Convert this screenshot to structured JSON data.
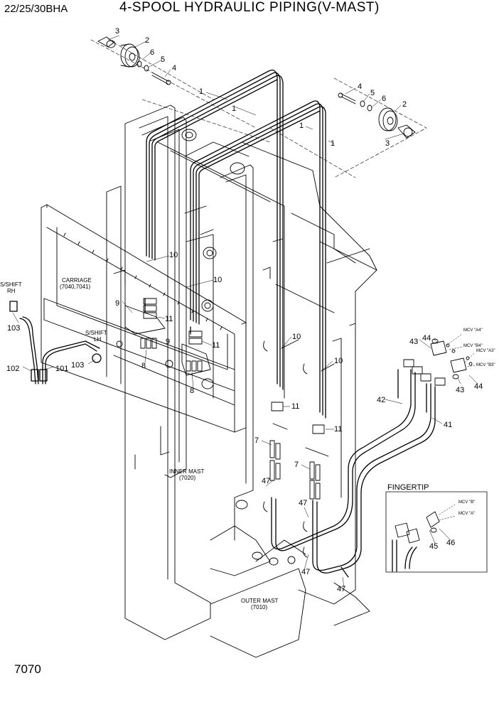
{
  "header": {
    "model": "22/25/30BHA",
    "title": "4-SPOOL HYDRAULIC PIPING(V-MAST)"
  },
  "page_number": "7070",
  "captions": {
    "carriage_1": "CARRIAGE",
    "carriage_2": "(7040,7041)",
    "inner_mast_1": "INNER MAST",
    "inner_mast_2": "(7020)",
    "outer_mast_1": "OUTER MAST",
    "outer_mast_2": "(7010)",
    "sshift_rh_1": "S/SHIFT",
    "sshift_rh_2": "RH",
    "sshift_lh_1": "S/SHIFT",
    "sshift_lh_2": "LH",
    "fingertip": "FINGERTIP"
  },
  "mcv_labels": {
    "a4": "MCV \"A4\"",
    "b4": "MCV \"B4\"",
    "a3": "MCV \"A3\"",
    "b3": "MCV \"B3\"",
    "b": "MCV \"B\"",
    "a": "MCV \"A\""
  },
  "callouts": {
    "c3a": "3",
    "c2a": "2",
    "c6a": "6",
    "c5a": "5",
    "c4a": "4",
    "c4b": "4",
    "c5b": "5",
    "c6b": "6",
    "c2b": "2",
    "c3b": "3",
    "c1a": "1",
    "c1b": "1",
    "c1c": "1",
    "c1d": "1",
    "c10a": "10",
    "c10b": "10",
    "c10c": "10",
    "c10d": "10",
    "c11a": "11",
    "c11b": "11",
    "c11c": "11",
    "c11d": "11",
    "c9a": "9",
    "c9b": "9",
    "c8a": "8",
    "c8b": "8",
    "c103a": "103",
    "c103b": "103",
    "c102": "102",
    "c101": "101",
    "c7a": "7",
    "c7b": "7",
    "c47a": "47",
    "c47b": "47",
    "c47c": "47",
    "c47d": "47",
    "c43a": "43",
    "c44a": "44",
    "c43b": "43",
    "c44b": "44",
    "c42": "42",
    "c41": "41",
    "c45": "45",
    "c46": "46"
  }
}
